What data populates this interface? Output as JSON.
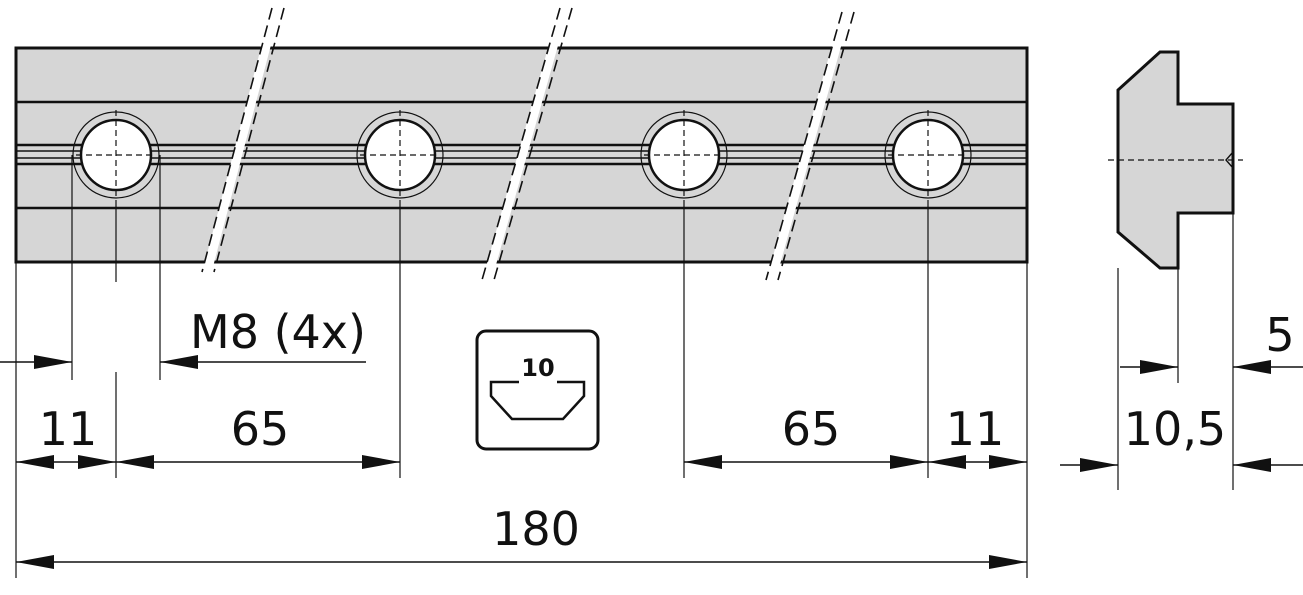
{
  "drawing": {
    "subject": "T-slot nut bar, slot 10, M8 (4x)",
    "dimensions": {
      "total_length": "180",
      "end_offset_left": "11",
      "end_offset_right": "11",
      "hole_pitch_left": "65",
      "hole_pitch_right": "65",
      "thread_label": "M8 (4x)",
      "profile_width": "10,5",
      "profile_depth": "5"
    },
    "slot_badge": {
      "value": "10",
      "icon": "slot-profile-icon"
    }
  }
}
